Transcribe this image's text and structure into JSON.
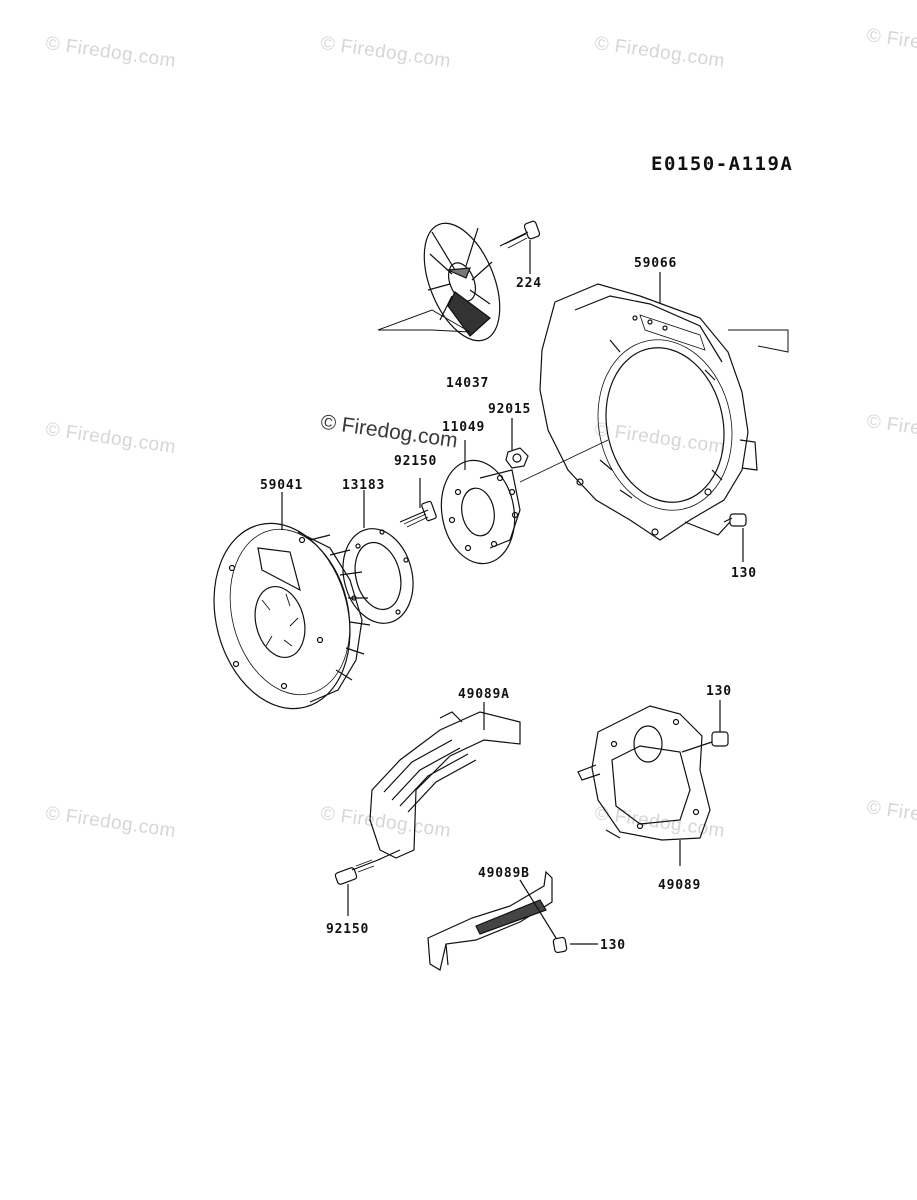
{
  "diagram_code": "E0150-A119A",
  "watermark": "© Firedog.com",
  "parts": {
    "p224": "224",
    "p59066": "59066",
    "p14037": "14037",
    "p92015": "92015",
    "p11049": "11049",
    "p92150_top": "92150",
    "p59041": "59041",
    "p13183": "13183",
    "p130_right": "130",
    "p49089A": "49089A",
    "p130_mid": "130",
    "p49089": "49089",
    "p92150_bottom": "92150",
    "p49089B": "49089B",
    "p130_bottom": "130"
  },
  "colors": {
    "line": "#111111",
    "watermark": "#d6d6d6"
  }
}
